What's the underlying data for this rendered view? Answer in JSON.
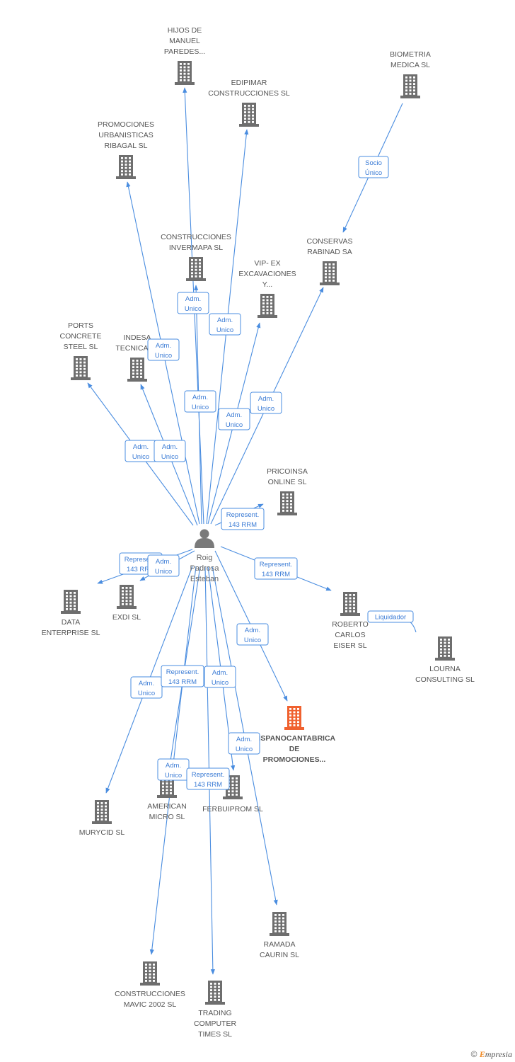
{
  "colors": {
    "edge": "#4a8de0",
    "building": "#6e6e6e",
    "focus_building": "#f0612f",
    "person": "#7a7a7a",
    "label": "#555555"
  },
  "center": {
    "name_lines": [
      "Roig",
      "Padrosa",
      "Esteban"
    ],
    "icon": "person-icon"
  },
  "nodes": [
    {
      "id": "hijos",
      "label_lines": [
        "HIJOS DE",
        "MANUEL",
        "PAREDES..."
      ],
      "icon": "building-icon"
    },
    {
      "id": "edipimar",
      "label_lines": [
        "EDIPIMAR",
        "CONSTRUCCIONES SL"
      ],
      "icon": "building-icon"
    },
    {
      "id": "biometria",
      "label_lines": [
        "BIOMETRIA",
        "MEDICA SL"
      ],
      "icon": "building-icon"
    },
    {
      "id": "ribagal",
      "label_lines": [
        "PROMOCIONES",
        "URBANISTICAS",
        "RIBAGAL SL"
      ],
      "icon": "building-icon"
    },
    {
      "id": "invermapa",
      "label_lines": [
        "CONSTRUCCIONES",
        "INVERMAPA SL"
      ],
      "icon": "building-icon"
    },
    {
      "id": "rabinad",
      "label_lines": [
        "CONSERVAS",
        "RABINAD SA"
      ],
      "icon": "building-icon"
    },
    {
      "id": "vipex",
      "label_lines": [
        "VIP- EX",
        "EXCAVACIONES",
        "Y..."
      ],
      "icon": "building-icon"
    },
    {
      "id": "ports",
      "label_lines": [
        "PORTS",
        "CONCRETE",
        "STEEL SL"
      ],
      "icon": "building-icon"
    },
    {
      "id": "indesa",
      "label_lines": [
        "INDESA",
        "TECNICA SL"
      ],
      "icon": "building-icon"
    },
    {
      "id": "pricoinsa",
      "label_lines": [
        "PRICOINSA",
        "ONLINE SL"
      ],
      "icon": "building-icon"
    },
    {
      "id": "data",
      "label_lines": [
        "DATA",
        "ENTERPRISE SL"
      ],
      "icon": "building-icon"
    },
    {
      "id": "exdi",
      "label_lines": [
        "EXDI SL"
      ],
      "icon": "building-icon"
    },
    {
      "id": "roberto",
      "label_lines": [
        "ROBERTO",
        "CARLOS",
        "EISER SL"
      ],
      "icon": "building-icon"
    },
    {
      "id": "lourna",
      "label_lines": [
        "LOURNA",
        "CONSULTING SL"
      ],
      "icon": "building-icon"
    },
    {
      "id": "hispano",
      "label_lines": [
        "HISPANOCANTABRICA",
        "DE",
        "PROMOCIONES..."
      ],
      "icon": "building-icon",
      "focus": true
    },
    {
      "id": "murycid",
      "label_lines": [
        "MURYCID SL"
      ],
      "icon": "building-icon"
    },
    {
      "id": "american",
      "label_lines": [
        "AMERICAN",
        "MICRO SL"
      ],
      "icon": "building-icon"
    },
    {
      "id": "ferbuiprom",
      "label_lines": [
        "FERBUIPROM SL"
      ],
      "icon": "building-icon"
    },
    {
      "id": "ramada",
      "label_lines": [
        "RAMADA",
        "CAURIN SL"
      ],
      "icon": "building-icon"
    },
    {
      "id": "mavic",
      "label_lines": [
        "CONSTRUCCIONES",
        "MAVIC 2002 SL"
      ],
      "icon": "building-icon"
    },
    {
      "id": "trading",
      "label_lines": [
        "TRADING",
        "COMPUTER",
        "TIMES SL"
      ],
      "icon": "building-icon"
    }
  ],
  "edges": [
    {
      "from": "center",
      "to": "hijos",
      "label_lines": [
        "Adm.",
        "Unico"
      ]
    },
    {
      "from": "center",
      "to": "edipimar",
      "label_lines": [
        "Adm.",
        "Unico"
      ]
    },
    {
      "from": "center",
      "to": "ribagal",
      "label_lines": [
        "Adm.",
        "Unico"
      ]
    },
    {
      "from": "center",
      "to": "invermapa",
      "label_lines": [
        "Adm.",
        "Unico"
      ]
    },
    {
      "from": "center",
      "to": "rabinad",
      "label_lines": [
        "Adm.",
        "Unico"
      ]
    },
    {
      "from": "center",
      "to": "vipex",
      "label_lines": [
        "Adm.",
        "Unico"
      ]
    },
    {
      "from": "center",
      "to": "ports",
      "label_lines": [
        "Adm.",
        "Unico"
      ]
    },
    {
      "from": "center",
      "to": "indesa",
      "label_lines": [
        "Adm.",
        "Unico"
      ]
    },
    {
      "from": "center",
      "to": "pricoinsa",
      "label_lines": [
        "Represent.",
        "143 RRM"
      ]
    },
    {
      "from": "center",
      "to": "data",
      "label_lines": [
        "Represent.",
        "143 RRM"
      ]
    },
    {
      "from": "center",
      "to": "exdi",
      "label_lines": [
        "Adm.",
        "Unico"
      ]
    },
    {
      "from": "center",
      "to": "roberto",
      "label_lines": [
        "Represent.",
        "143 RRM"
      ]
    },
    {
      "from": "center",
      "to": "hispano",
      "label_lines": [
        "Adm.",
        "Unico"
      ]
    },
    {
      "from": "center",
      "to": "murycid",
      "label_lines": [
        "Adm.",
        "Unico"
      ]
    },
    {
      "from": "center",
      "to": "american",
      "label_lines": [
        "Represent.",
        "143 RRM"
      ]
    },
    {
      "from": "center",
      "to": "ferbuiprom",
      "label_lines": [
        "Adm.",
        "Unico"
      ]
    },
    {
      "from": "center",
      "to": "ramada",
      "label_lines": [
        "Adm.",
        "Unico"
      ]
    },
    {
      "from": "center",
      "to": "mavic",
      "label_lines": [
        "Adm.",
        "Unico"
      ]
    },
    {
      "from": "center",
      "to": "trading",
      "label_lines": [
        "Represent.",
        "143 RRM"
      ]
    },
    {
      "from": "biometria",
      "to": "rabinad",
      "label_lines": [
        "Socio",
        "Único"
      ]
    },
    {
      "from": "roberto",
      "to": "lourna",
      "label_lines": [
        "Liquidador"
      ]
    }
  ],
  "footer": {
    "copyright_symbol": "©",
    "brand_initial": "E",
    "brand_rest": "mpresia"
  }
}
